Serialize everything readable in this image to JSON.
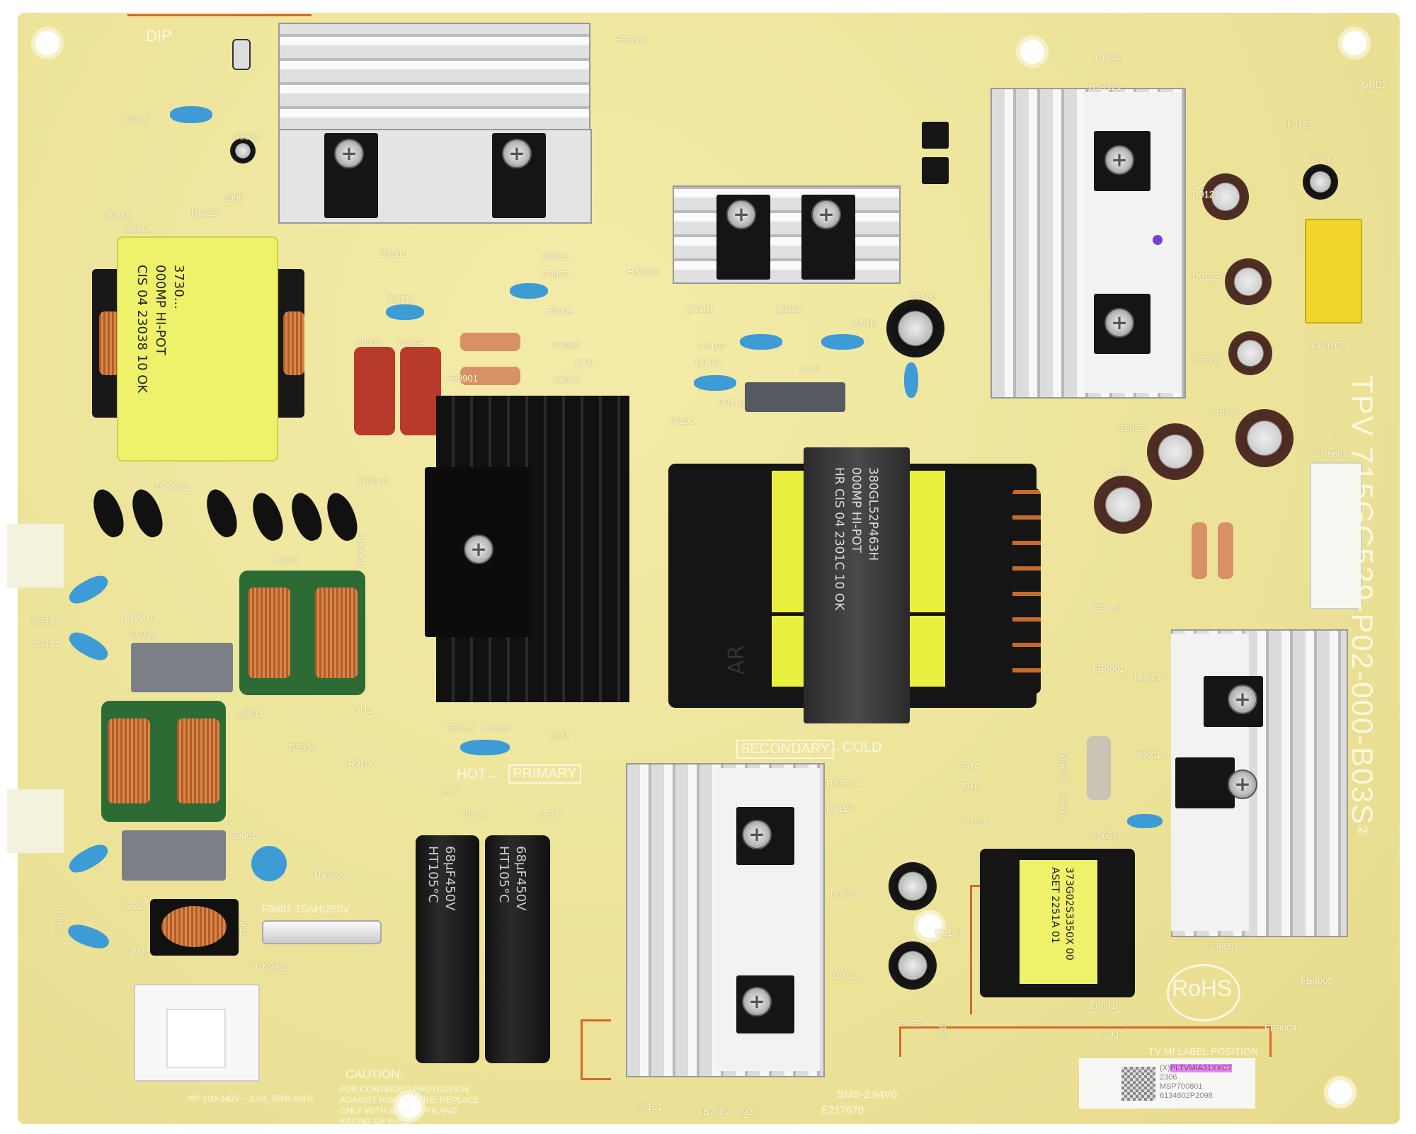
{
  "board": {
    "part_number": "TPV 715GC529-P02-000-B03S",
    "revision_mark": "②",
    "dip_label": "DIP",
    "secondary_label": "SECONDARY",
    "cold_label": "→COLD",
    "hot_label": "HOT←",
    "primary_label": "PRIMARY",
    "rohs": "RoHS",
    "fuse_label": "F9901 T5AH/250V",
    "input_rating": "I/P: 100-240V~ ,3.2A, 50Hz-60Hz",
    "caution_title": "CAUTION:",
    "caution_text": "FOR CONTINUED PROTECTION AGAINST RISK OF FIRE, REPLACE ONLY WITH SAME TYPE AND RATING OF FUSE.",
    "ul_mark": "SMS-2.94V0",
    "ul_file": "E217670",
    "label_position": "TV MI LABEL POSITION"
  },
  "sticker": {
    "line1_prefix": "(X)",
    "line1_code": "PLTVMIA31XXC7",
    "line2": "2306",
    "line3": "MSP700801",
    "line4": "6134602P2098",
    "highlight_color": "#e38be6"
  },
  "primary_transformer": {
    "line1": "3730...",
    "line2": "000MP HI-POT",
    "line3": "CIS 04 23038 10 OK"
  },
  "main_transformer": {
    "line1": "380GL52P463H",
    "line2": "000MP HI-POT",
    "line3": "HR CIS 04 2301C 10 OK",
    "mark": "AR"
  },
  "aux_transformer": {
    "line1": "373G02S3350X 00",
    "line2": "ASET 2251A 01"
  },
  "bulk_caps": [
    {
      "rating": "68μF450V",
      "temp": "HT105°C"
    },
    {
      "rating": "68μF450V",
      "temp": "HT105°C"
    }
  ],
  "refs": [
    "HS9801",
    "HS9121",
    "HS9101",
    "HS9901",
    "HS9124",
    "HS8501",
    "C9915",
    "C9808",
    "J905",
    "R9815",
    "R9820",
    "L9802",
    "D9801",
    "Q9801",
    "C9817",
    "C9806",
    "C9803",
    "C9804",
    "R9804",
    "R9809",
    "R9808",
    "J909",
    "Q9101",
    "Q9102",
    "C9199",
    "C9911",
    "C9101",
    "C9116",
    "J910",
    "T9101",
    "C9112",
    "GND1",
    "GND3",
    "L9121",
    "C9130",
    "CN9102",
    "D9121",
    "D9123",
    "D9122",
    "C8602",
    "C8603",
    "C8601",
    "CN8601",
    "FB9901",
    "BD9901",
    "L9903",
    "NR9902",
    "NR9901",
    "C9913",
    "C9914",
    "C9902",
    "L9902",
    "D9901",
    "R9100",
    "C9818",
    "C9819",
    "SU1",
    "SU2",
    "J917",
    "C9802",
    "C9801",
    "C9901",
    "RV9901",
    "J922",
    "J931",
    "C9912",
    "C9904",
    "CN9901",
    "C9161",
    "FB9902",
    "J926",
    "D9125",
    "D9126",
    "D9124",
    "C9138",
    "C9134",
    "C9133",
    "J914",
    "J916",
    "FB8602",
    "FB8601",
    "D8601",
    "Q8601",
    "R8628",
    "R8607",
    "C8609",
    "L8601",
    "FB8603",
    "FB8604",
    "J927",
    "J935"
  ],
  "colors": {
    "board": "#efe7a0",
    "silkscreen": "#fbf7e0",
    "trace": "#d46a2a",
    "y_cap": "#3d9bd6",
    "heatsink_black": "#151515"
  }
}
